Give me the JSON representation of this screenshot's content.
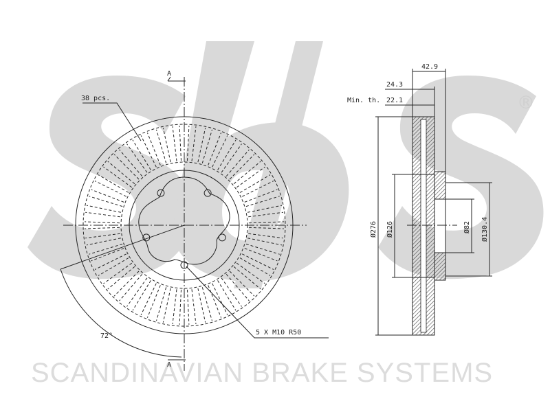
{
  "watermark": {
    "brand_text": "SCANDINAVIAN BRAKE SYSTEMS",
    "registered_mark": "®",
    "logo_color": "#d9d9d9",
    "text_color": "#dcdcdc"
  },
  "front_view": {
    "section_label_top": "A",
    "section_label_bottom": "A",
    "vanes_label": "38 pcs.",
    "angle_label": "72°",
    "bolt_label": "5 X M10 R50",
    "vane_count": 38,
    "bolt_holes": 5
  },
  "side_view": {
    "dim_overall_width": "42.9",
    "dim_hat_height": "24.3",
    "min_thickness_label": "Min. th.",
    "min_thickness_value": "22.1",
    "dim_outer_diameter": "Ø276",
    "dim_hat_diameter": "Ø126",
    "dim_bore_diameter": "Ø82",
    "dim_bolt_circle": "Ø130.4"
  },
  "colors": {
    "line": "#222222",
    "hatch": "#444444",
    "background": "#ffffff"
  }
}
